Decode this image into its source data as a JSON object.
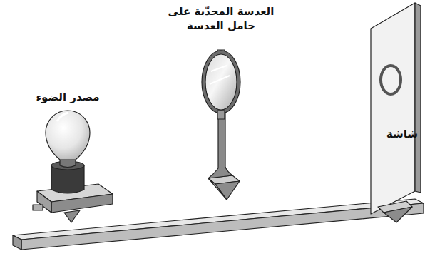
{
  "diagram": {
    "labels": [
      "العدسة المحدّبة على حامل العدسة",
      "مصدر الضوء",
      "شاشة"
    ]
  }
}
